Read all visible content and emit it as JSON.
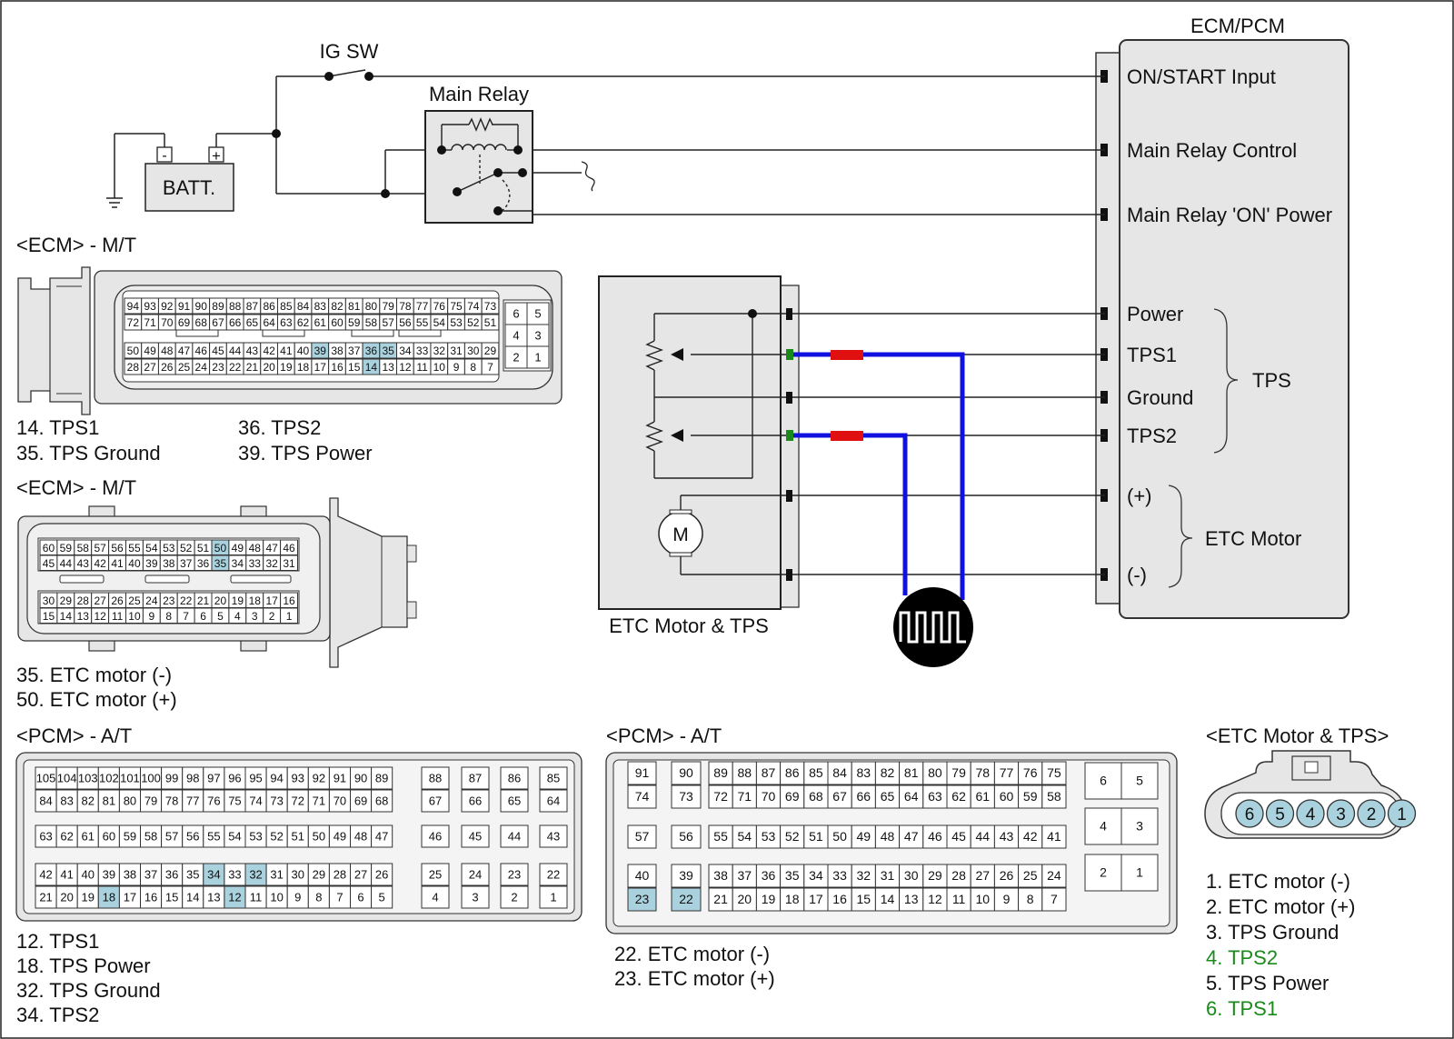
{
  "title": "ECM/PCM",
  "labels": {
    "ig_sw": "IG SW",
    "main_relay": "Main Relay",
    "batt": "BATT.",
    "batt_minus": "-",
    "batt_plus": "+",
    "etc_motor_tps": "ETC Motor & TPS",
    "motor": "M",
    "tps_group": "TPS",
    "etc_motor_group": "ETC Motor"
  },
  "ecm_terminals": [
    "ON/START Input",
    "Main Relay Control",
    "Main Relay 'ON' Power",
    "Power",
    "TPS1",
    "Ground",
    "TPS2",
    "(+)",
    "(-)"
  ],
  "connector1": {
    "title": "<ECM> - M/T",
    "row1": [
      "94",
      "93",
      "92",
      "91",
      "90",
      "89",
      "88",
      "87",
      "86",
      "85",
      "84",
      "83",
      "82",
      "81",
      "80",
      "79",
      "78",
      "77",
      "76",
      "75",
      "74",
      "73"
    ],
    "row2": [
      "72",
      "71",
      "70",
      "69",
      "68",
      "67",
      "66",
      "65",
      "64",
      "63",
      "62",
      "61",
      "60",
      "59",
      "58",
      "57",
      "56",
      "55",
      "54",
      "53",
      "52",
      "51"
    ],
    "row3": [
      "50",
      "49",
      "48",
      "47",
      "46",
      "45",
      "44",
      "43",
      "42",
      "41",
      "40",
      "39",
      "38",
      "37",
      "36",
      "35",
      "34",
      "33",
      "32",
      "31",
      "30",
      "29"
    ],
    "row4": [
      "28",
      "27",
      "26",
      "25",
      "24",
      "23",
      "22",
      "21",
      "20",
      "19",
      "18",
      "17",
      "16",
      "15",
      "14",
      "13",
      "12",
      "11",
      "10",
      "9",
      "8",
      "7"
    ],
    "side": [
      "6",
      "5",
      "4",
      "3",
      "2",
      "1"
    ],
    "highlight": [
      "39",
      "36",
      "35",
      "14"
    ],
    "legend": [
      "14. TPS1",
      "35. TPS Ground",
      "36. TPS2",
      "39. TPS Power"
    ]
  },
  "connector2": {
    "title": "<ECM> - M/T",
    "row1": [
      "60",
      "59",
      "58",
      "57",
      "56",
      "55",
      "54",
      "53",
      "52",
      "51",
      "50",
      "49",
      "48",
      "47",
      "46"
    ],
    "row2": [
      "45",
      "44",
      "43",
      "42",
      "41",
      "40",
      "39",
      "38",
      "37",
      "36",
      "35",
      "34",
      "33",
      "32",
      "31"
    ],
    "row3": [
      "30",
      "29",
      "28",
      "27",
      "26",
      "25",
      "24",
      "23",
      "22",
      "21",
      "20",
      "19",
      "18",
      "17",
      "16"
    ],
    "row4": [
      "15",
      "14",
      "13",
      "12",
      "11",
      "10",
      "9",
      "8",
      "7",
      "6",
      "5",
      "4",
      "3",
      "2",
      "1"
    ],
    "highlight": [
      "50",
      "35"
    ],
    "legend": [
      "35. ETC motor (-)",
      "50. ETC motor (+)"
    ]
  },
  "connector3": {
    "title": "<PCM> - A/T",
    "row1": [
      "105",
      "104",
      "103",
      "102",
      "101",
      "100",
      "99",
      "98",
      "97",
      "96",
      "95",
      "94",
      "93",
      "92",
      "91",
      "90",
      "89"
    ],
    "row1b": [
      "88",
      "87",
      "86",
      "85"
    ],
    "row2": [
      "84",
      "83",
      "82",
      "81",
      "80",
      "79",
      "78",
      "77",
      "76",
      "75",
      "74",
      "73",
      "72",
      "71",
      "70",
      "69",
      "68"
    ],
    "row2b": [
      "67",
      "66",
      "65",
      "64"
    ],
    "row3": [
      "63",
      "62",
      "61",
      "60",
      "59",
      "58",
      "57",
      "56",
      "55",
      "54",
      "53",
      "52",
      "51",
      "50",
      "49",
      "48",
      "47"
    ],
    "row3b": [
      "46",
      "45",
      "44",
      "43"
    ],
    "row4": [
      "42",
      "41",
      "40",
      "39",
      "38",
      "37",
      "36",
      "35",
      "34",
      "33",
      "32",
      "31",
      "30",
      "29",
      "28",
      "27",
      "26"
    ],
    "row4b": [
      "25",
      "24",
      "23",
      "22"
    ],
    "row5": [
      "21",
      "20",
      "19",
      "18",
      "17",
      "16",
      "15",
      "14",
      "13",
      "12",
      "11",
      "10",
      "9",
      "8",
      "7",
      "6",
      "5"
    ],
    "row5b": [
      "4",
      "3",
      "2",
      "1"
    ],
    "highlight": [
      "34",
      "32",
      "18",
      "12"
    ],
    "legend": [
      "12. TPS1",
      "18. TPS Power",
      "32. TPS Ground",
      "34. TPS2"
    ]
  },
  "connector4": {
    "title": "<PCM> - A/T",
    "left": [
      [
        "91",
        "90"
      ],
      [
        "74",
        "73"
      ],
      [
        "57",
        "56"
      ],
      [
        "40",
        "39"
      ],
      [
        "23",
        "22"
      ]
    ],
    "row1": [
      "89",
      "88",
      "87",
      "86",
      "85",
      "84",
      "83",
      "82",
      "81",
      "80",
      "79",
      "78",
      "77",
      "76",
      "75"
    ],
    "row2": [
      "72",
      "71",
      "70",
      "69",
      "68",
      "67",
      "66",
      "65",
      "64",
      "63",
      "62",
      "61",
      "60",
      "59",
      "58"
    ],
    "row3": [
      "55",
      "54",
      "53",
      "52",
      "51",
      "50",
      "49",
      "48",
      "47",
      "46",
      "45",
      "44",
      "43",
      "42",
      "41"
    ],
    "row4": [
      "38",
      "37",
      "36",
      "35",
      "34",
      "33",
      "32",
      "31",
      "30",
      "29",
      "28",
      "27",
      "26",
      "25",
      "24"
    ],
    "row5": [
      "21",
      "20",
      "19",
      "18",
      "17",
      "16",
      "15",
      "14",
      "13",
      "12",
      "11",
      "10",
      "9",
      "8",
      "7"
    ],
    "side": [
      "6",
      "5",
      "4",
      "3",
      "2",
      "1"
    ],
    "highlight": [
      "23",
      "22"
    ],
    "legend": [
      "22. ETC motor (-)",
      "23. ETC motor (+)"
    ]
  },
  "connector5": {
    "title": "<ETC Motor & TPS>",
    "pins": [
      "6",
      "5",
      "4",
      "3",
      "2",
      "1"
    ],
    "legend": [
      "1. ETC motor (-)",
      "2. ETC motor (+)",
      "3. TPS Ground",
      "4. TPS2",
      "5. TPS Power",
      "6. TPS1"
    ],
    "legend_green": [
      "4. TPS2",
      "6. TPS1"
    ]
  },
  "colors": {
    "probe_wire": "#1010e0",
    "probe_tip": "#e01010",
    "highlight": "#a9d2de",
    "green_text": "#1a8a1a"
  }
}
